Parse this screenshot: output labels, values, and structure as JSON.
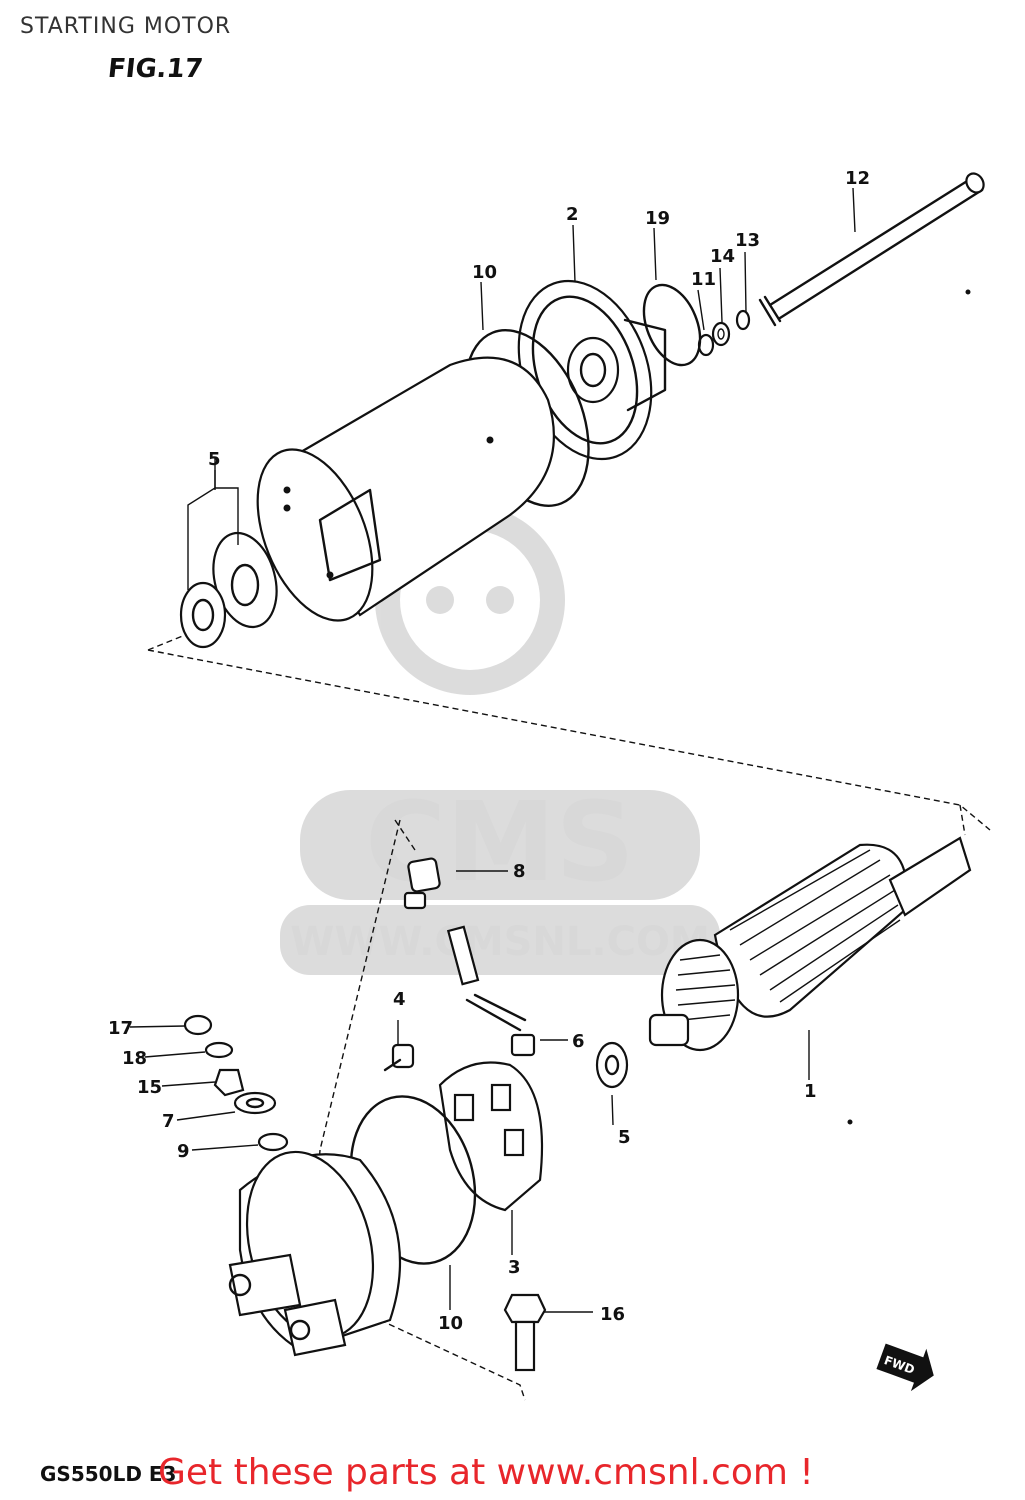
{
  "header": {
    "title": "STARTING MOTOR",
    "figure": "FIG.17"
  },
  "watermark": {
    "brand": "CMS",
    "url": "WWW.CMSNL.COM"
  },
  "callouts": {
    "c1": "1",
    "c2": "2",
    "c3": "3",
    "c4": "4",
    "c5a": "5",
    "c5b": "5",
    "c6": "6",
    "c7": "7",
    "c8": "8",
    "c9": "9",
    "c10a": "10",
    "c10b": "10",
    "c11": "11",
    "c12": "12",
    "c13": "13",
    "c14": "14",
    "c15": "15",
    "c16": "16",
    "c17": "17",
    "c18": "18",
    "c19": "19"
  },
  "direction_badge": "FWD",
  "footer": {
    "model": "GS550LD E3",
    "cta": "Get these parts at www.cmsnl.com !",
    "cta_color": "#e8262b"
  }
}
